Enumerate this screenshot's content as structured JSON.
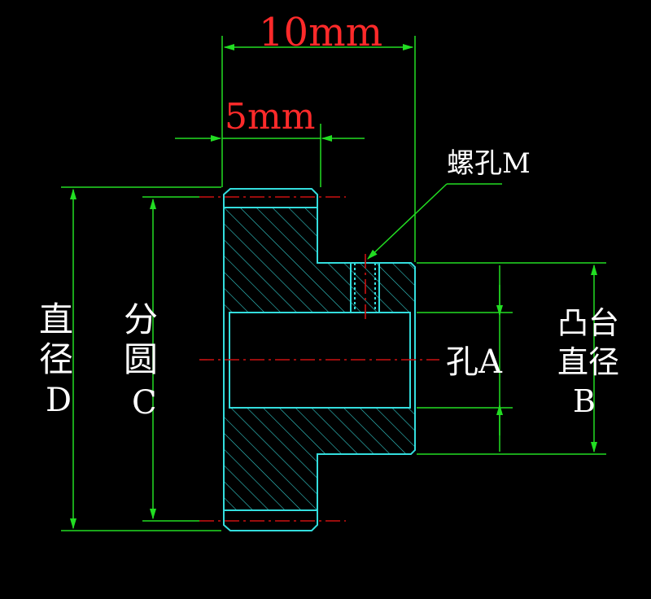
{
  "colors": {
    "background": "#000000",
    "dimension": "#22dd22",
    "outline": "#33dddd",
    "hatch": "#33cccc",
    "centerline": "#cc1111",
    "red_text": "#ff2a2a",
    "white_text": "#ffffff"
  },
  "dims": {
    "width_total": "10mm",
    "width_hub": "5mm"
  },
  "labels": {
    "screw_hole": "螺孔M",
    "hole": "孔A",
    "outer_diameter_line1": "直",
    "outer_diameter_line2": "径",
    "outer_diameter_letter": "D",
    "pitch_circle_line1": "分",
    "pitch_circle_line2": "圆",
    "pitch_circle_letter": "C",
    "boss_diameter_line1": "凸台",
    "boss_diameter_line2": "直径",
    "boss_diameter_letter": "B"
  }
}
